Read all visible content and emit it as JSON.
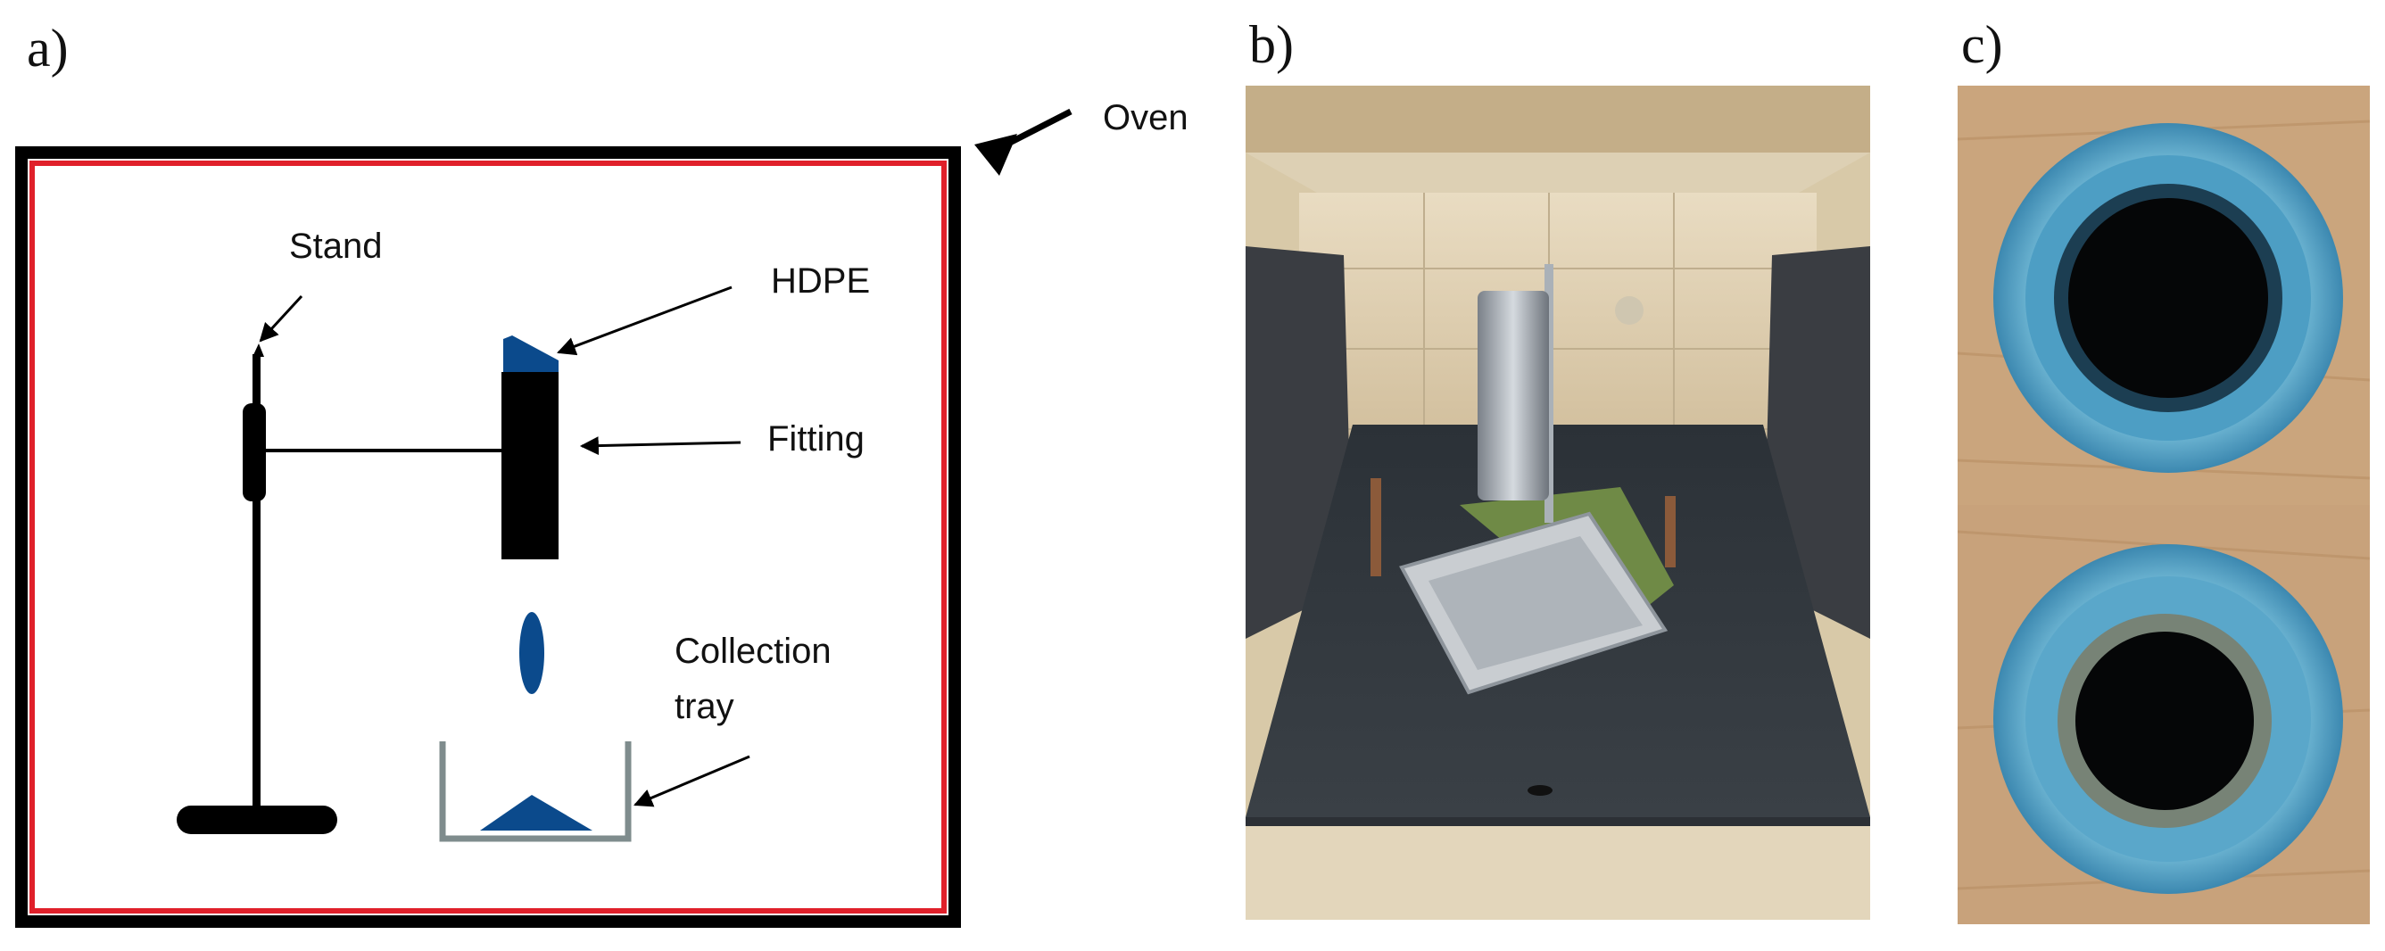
{
  "panels": {
    "a": {
      "label": "a)"
    },
    "b": {
      "label": "b)"
    },
    "c": {
      "label": "c)"
    }
  },
  "diagram": {
    "oven_label": "Oven",
    "stand_label": "Stand",
    "hdpe_label": "HDPE",
    "fitting_label": "Fitting",
    "tray_label_line1": "Collection",
    "tray_label_line2": "tray"
  },
  "colors": {
    "oven_outer": "#000000",
    "oven_inner": "#e0202a",
    "hdpe_blue": "#0b4a8c",
    "tray_gray": "#7f8c8d",
    "fitting": "#000000"
  },
  "icons": {
    "arrow": "black-arrow",
    "photo_b": "oven-with-stand-and-tray-photo",
    "photo_c": "blue-fitting-top-view-photos"
  }
}
